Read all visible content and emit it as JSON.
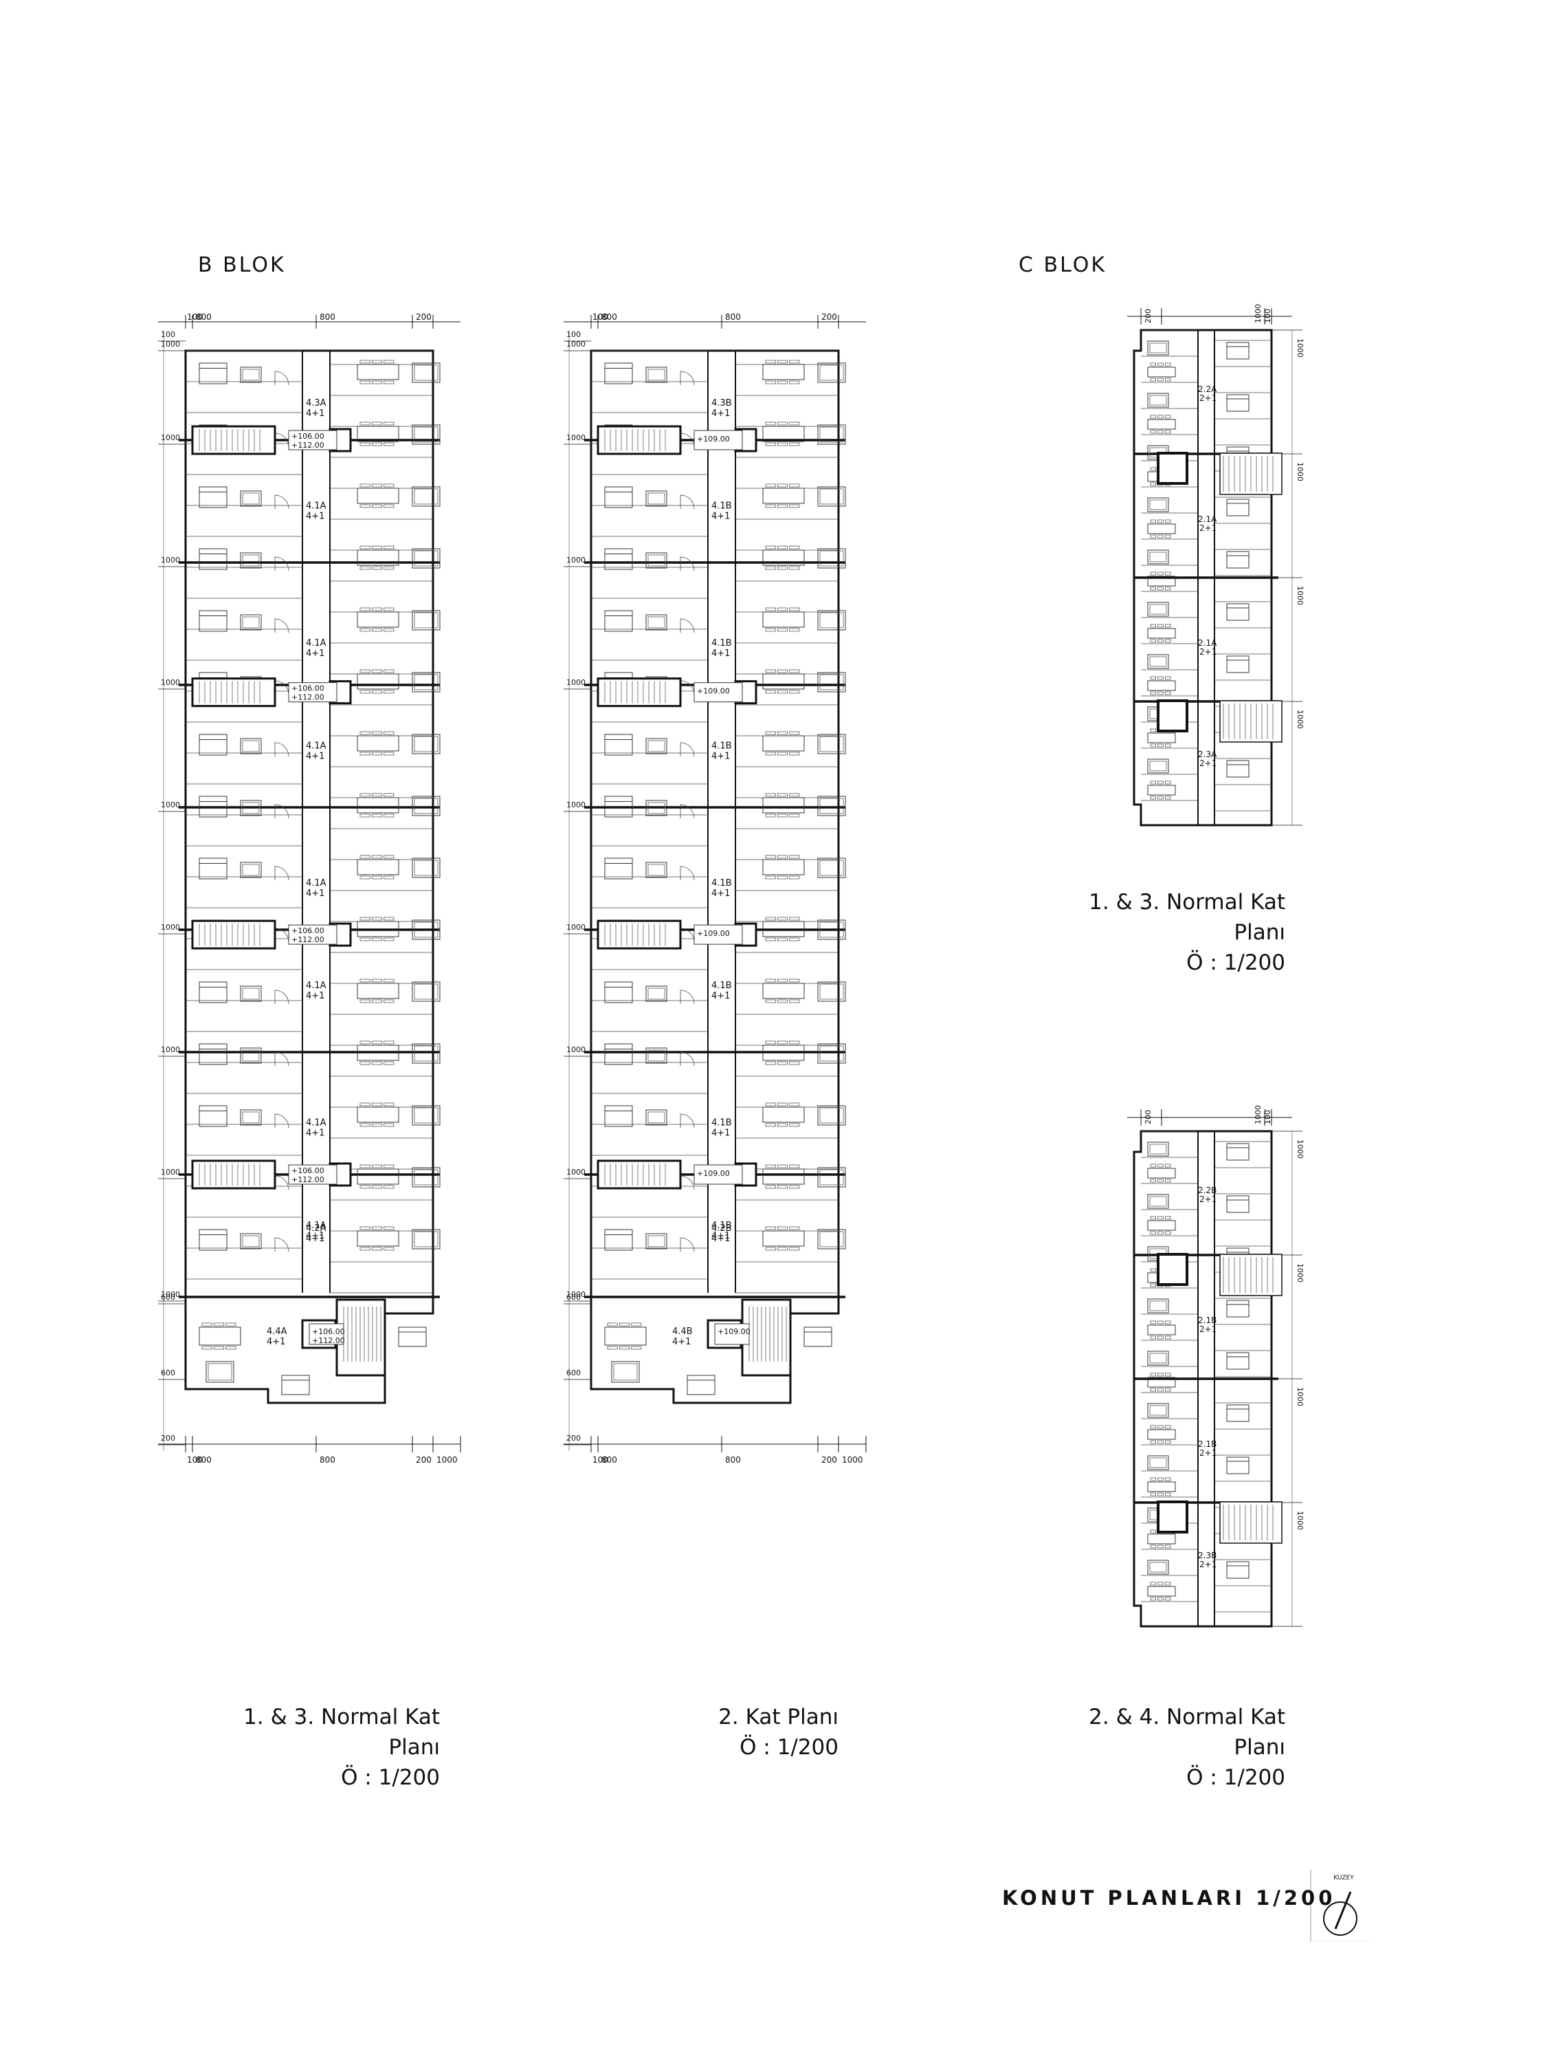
{
  "blocks": {
    "b_title": "B BLOK",
    "c_title": "C BLOK"
  },
  "plans": [
    {
      "id": "b13",
      "dim_top": [
        "100",
        "800",
        "800",
        "200"
      ],
      "dim_bottom": [
        "100",
        "800",
        "800",
        "200",
        "1000"
      ],
      "dim_left": [
        "100",
        "1000",
        "1000",
        "1000",
        "1000",
        "1000",
        "1000",
        "1000",
        "1000",
        "1000",
        "600",
        "600",
        "200"
      ],
      "levels": [
        "+106.00",
        "+112.00"
      ],
      "units": [
        {
          "code": "4.3A",
          "type": "4+1"
        },
        {
          "code": "4.1A",
          "type": "4+1"
        },
        {
          "code": "4.1A",
          "type": "4+1"
        },
        {
          "code": "4.1A",
          "type": "4+1"
        },
        {
          "code": "4.1A",
          "type": "4+1"
        },
        {
          "code": "4.1A",
          "type": "4+1"
        },
        {
          "code": "4.1A",
          "type": "4+1"
        },
        {
          "code": "4.1A",
          "type": "4+1"
        },
        {
          "code": "4.2A",
          "type": "4+1"
        },
        {
          "code": "4.4A",
          "type": "4+1"
        }
      ],
      "caption": "1. & 3. Normal Kat Planı",
      "scale": "Ö : 1/200"
    },
    {
      "id": "b2",
      "dim_top": [
        "100",
        "800",
        "800",
        "200"
      ],
      "dim_bottom": [
        "100",
        "800",
        "800",
        "200",
        "1000"
      ],
      "dim_left": [
        "100",
        "1000",
        "1000",
        "1000",
        "1000",
        "1000",
        "1000",
        "1000",
        "1000",
        "1000",
        "600",
        "600",
        "200"
      ],
      "levels": [
        "+109.00"
      ],
      "units": [
        {
          "code": "4.3B",
          "type": "4+1"
        },
        {
          "code": "4.1B",
          "type": "4+1"
        },
        {
          "code": "4.1B",
          "type": "4+1"
        },
        {
          "code": "4.1B",
          "type": "4+1"
        },
        {
          "code": "4.1B",
          "type": "4+1"
        },
        {
          "code": "4.1B",
          "type": "4+1"
        },
        {
          "code": "4.1B",
          "type": "4+1"
        },
        {
          "code": "4.1B",
          "type": "4+1"
        },
        {
          "code": "4.2B",
          "type": "4+1"
        },
        {
          "code": "4.4B",
          "type": "4+1"
        }
      ],
      "caption": "2.  Kat Planı",
      "scale": "Ö : 1/200"
    },
    {
      "id": "c13",
      "dim_top": [
        "200",
        "1000",
        "100"
      ],
      "dim_right": [
        "1000",
        "1000",
        "1000",
        "1000"
      ],
      "units": [
        {
          "code": "2.2A",
          "type": "2+1"
        },
        {
          "code": "2.1A",
          "type": "2+1"
        },
        {
          "code": "2.1A",
          "type": "2+1"
        },
        {
          "code": "2.3A",
          "type": "2+1"
        }
      ],
      "caption": "1. & 3. Normal Kat Planı",
      "scale": "Ö : 1/200"
    },
    {
      "id": "c24",
      "dim_top": [
        "200",
        "1000",
        "100"
      ],
      "dim_right": [
        "1000",
        "1000",
        "1000",
        "1000"
      ],
      "units": [
        {
          "code": "2.2B",
          "type": "2+1"
        },
        {
          "code": "2.1B",
          "type": "2+1"
        },
        {
          "code": "2.1B",
          "type": "2+1"
        },
        {
          "code": "2.3B",
          "type": "2+1"
        }
      ],
      "caption": "2. & 4. Normal Kat Planı",
      "scale": "Ö : 1/200"
    }
  ],
  "north_label": "KUZEY",
  "sheet_title": "KONUT PLANLARI  1/200"
}
